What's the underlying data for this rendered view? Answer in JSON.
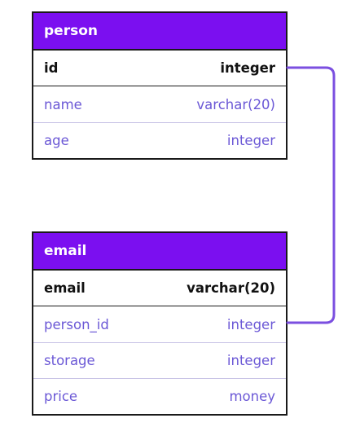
{
  "colors": {
    "header_bg": "#7b0ff0",
    "header_text": "#ffffff",
    "field_text": "#6b58d6",
    "key_text": "#111111",
    "border": "#1a1a1a",
    "connector": "#7b4fe0"
  },
  "tables": [
    {
      "name": "person",
      "columns": [
        {
          "name": "id",
          "type": "integer",
          "key": true
        },
        {
          "name": "name",
          "type": "varchar(20)",
          "key": false
        },
        {
          "name": "age",
          "type": "integer",
          "key": false
        }
      ]
    },
    {
      "name": "email",
      "columns": [
        {
          "name": "email",
          "type": "varchar(20)",
          "key": true
        },
        {
          "name": "person_id",
          "type": "integer",
          "key": false
        },
        {
          "name": "storage",
          "type": "integer",
          "key": false
        },
        {
          "name": "price",
          "type": "money",
          "key": false
        }
      ]
    }
  ],
  "relation": {
    "from": "person.id",
    "to": "email.person_id"
  }
}
